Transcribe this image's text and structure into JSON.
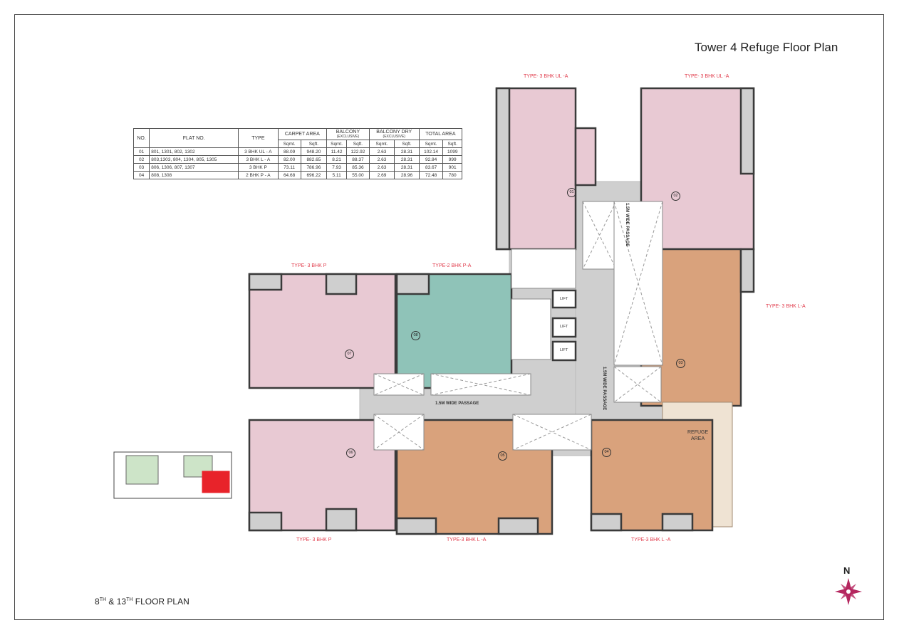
{
  "title": "Tower 4 Refuge Floor Plan",
  "area_table": {
    "headers": {
      "no": "NO.",
      "flat": "FLAT NO.",
      "type": "TYPE",
      "carpet": "CARPET AREA",
      "balcony": "BALCONY",
      "balcony_sub": "(EXCLUSIVE)",
      "balcony_dry": "BALCONY DRY",
      "balcony_dry_sub": "(EXCLUSIVE)",
      "total": "TOTAL AREA",
      "sqmt": "Sqmt.",
      "sqft": "Sqft."
    },
    "rows": [
      {
        "no": "01",
        "flat": "801, 1301, 802, 1302",
        "type": "3 BHK UL - A",
        "carpet_sqmt": "88.09",
        "carpet_sqft": "948.20",
        "bal_sqmt": "11.42",
        "bal_sqft": "122.92",
        "dry_sqmt": "2.63",
        "dry_sqft": "28.31",
        "total_sqmt": "102.14",
        "total_sqft": "1099"
      },
      {
        "no": "02",
        "flat": "803,1303, 804, 1304, 805, 1305",
        "type": "3 BHK L - A",
        "carpet_sqmt": "82.00",
        "carpet_sqft": "882.65",
        "bal_sqmt": "8.21",
        "bal_sqft": "88.37",
        "dry_sqmt": "2.63",
        "dry_sqft": "28.31",
        "total_sqmt": "92.84",
        "total_sqft": "999"
      },
      {
        "no": "03",
        "flat": "806, 1306, 807, 1307",
        "type": "3 BHK P",
        "carpet_sqmt": "73.11",
        "carpet_sqft": "786.96",
        "bal_sqmt": "7.93",
        "bal_sqft": "85.36",
        "dry_sqmt": "2.63",
        "dry_sqft": "28.31",
        "total_sqmt": "83.67",
        "total_sqft": "901"
      },
      {
        "no": "04",
        "flat": "808, 1308",
        "type": "2 BHK P - A",
        "carpet_sqmt": "64.68",
        "carpet_sqft": "696.22",
        "bal_sqmt": "5.11",
        "bal_sqft": "55.00",
        "dry_sqmt": "2.69",
        "dry_sqft": "28.96",
        "total_sqmt": "72.48",
        "total_sqft": "780"
      }
    ]
  },
  "plan": {
    "type_labels": [
      "TYPE- 3 BHK UL -A",
      "TYPE- 3 BHK UL -A",
      "TYPE- 3 BHK L-A",
      "TYPE- 3 BHK P",
      "TYPE-2 BHK P-A",
      "TYPE- 3 BHK P",
      "TYPE-3 BHK L -A",
      "TYPE-3 BHK L -A"
    ],
    "passage_label": "1.5M WIDE PASSAGE",
    "lift_label": "LIFT",
    "refuge_label": [
      "REFUGE",
      "AREA"
    ],
    "unit_numbers": [
      "01",
      "02",
      "03",
      "04",
      "05",
      "06",
      "07",
      "08"
    ],
    "colors": {
      "pink": "#e8c9d3",
      "teal": "#8fc3b8",
      "orange": "#d9a27c",
      "grey": "#cfcfcf",
      "refuge": "#efe3d3",
      "label_red": "#e03a4a",
      "compass": "#b5275f"
    }
  },
  "compass": {
    "label": "N"
  },
  "footer": {
    "floor_a": "8",
    "sup_a": "TH",
    "amp": " & 13",
    "sup_b": "TH",
    "rest": " FLOOR PLAN"
  }
}
